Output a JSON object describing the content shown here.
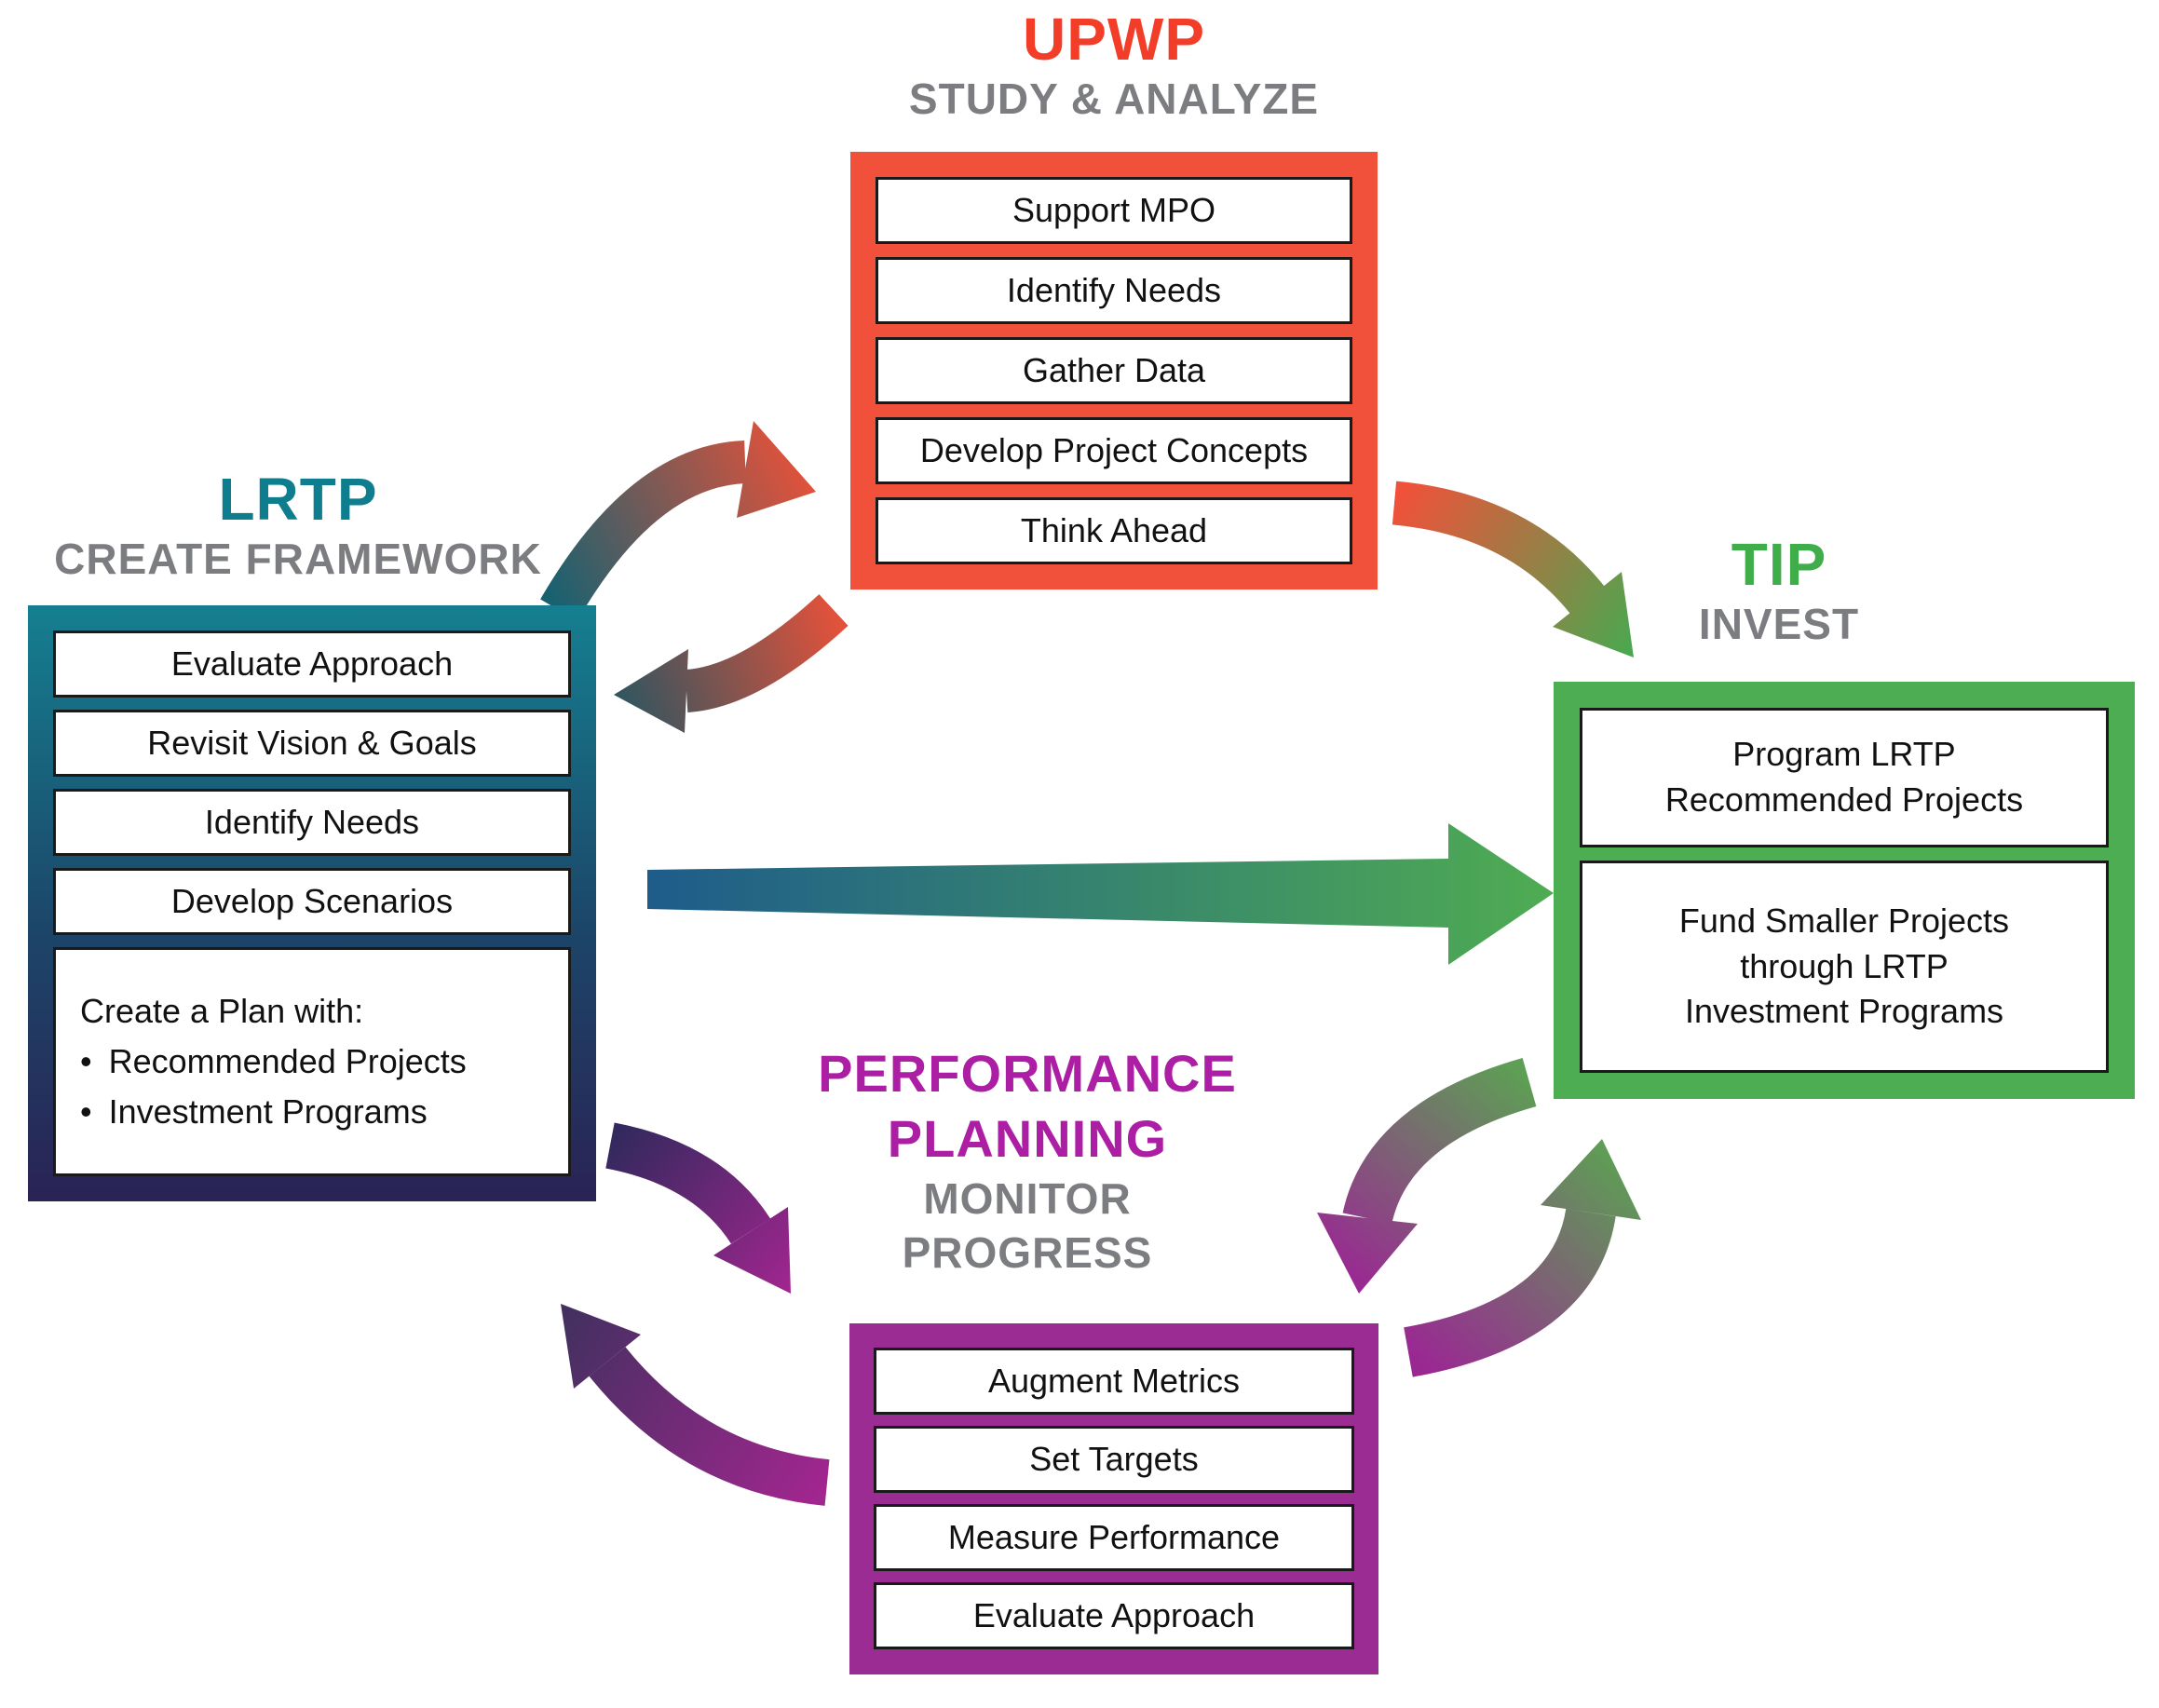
{
  "colors": {
    "background": "#FFFFFF",
    "upwp_box": "#F1503A",
    "upwp_title": "#F23E28",
    "subtitle_gray": "#7C7D80",
    "lrtp_title": "#0E7E8F",
    "lrtp_grad_top": "#157F90",
    "lrtp_grad_mid": "#1C4568",
    "lrtp_grad_bottom": "#2A2355",
    "tip_box": "#4CAD52",
    "tip_title": "#3FAE4A",
    "perf_box": "#9A2C94",
    "perf_title": "#AC1FA5",
    "row_border": "#1A1A1A",
    "row_bg": "#FFFFFF",
    "text": "#111111",
    "arrow_teal": "#1A6170",
    "arrow_teal_dark": "#2F5560",
    "arrow_orange": "#E0523B",
    "arrow_orange_bright": "#F0513A",
    "arrow_green": "#4BA74F",
    "arrow_green_muted": "#5E9E55",
    "arrow_blue": "#1E5C8B",
    "arrow_green_box": "#4FAC52",
    "arrow_navy": "#34295E",
    "arrow_magenta": "#9A2893",
    "arrow_magenta2": "#A1268F",
    "arrow_purple_dark": "#41305F"
  },
  "sections": {
    "upwp": {
      "title": "UPWP",
      "subtitle": "STUDY & ANALYZE",
      "items": [
        "Support MPO",
        "Identify Needs",
        "Gather Data",
        "Develop Project Concepts",
        "Think Ahead"
      ]
    },
    "lrtp": {
      "title": "LRTP",
      "subtitle": "CREATE FRAMEWORK",
      "items": [
        "Evaluate Approach",
        "Revisit Vision & Goals",
        "Identify Needs",
        "Develop Scenarios"
      ],
      "plan": {
        "heading": "Create a Plan with:",
        "bullet_glyph": "•",
        "bullets": [
          "Recommended Projects",
          "Investment Programs"
        ]
      }
    },
    "tip": {
      "title": "TIP",
      "subtitle": "INVEST",
      "items": [
        "Program LRTP Recommended Projects",
        "Fund Smaller Projects through LRTP Investment Programs"
      ]
    },
    "performance": {
      "title_line1": "PERFORMANCE",
      "title_line2": "PLANNING",
      "subtitle_line1": "MONITOR",
      "subtitle_line2": "PROGRESS",
      "items": [
        "Augment Metrics",
        "Set Targets",
        "Measure Performance",
        "Evaluate Approach"
      ]
    }
  }
}
